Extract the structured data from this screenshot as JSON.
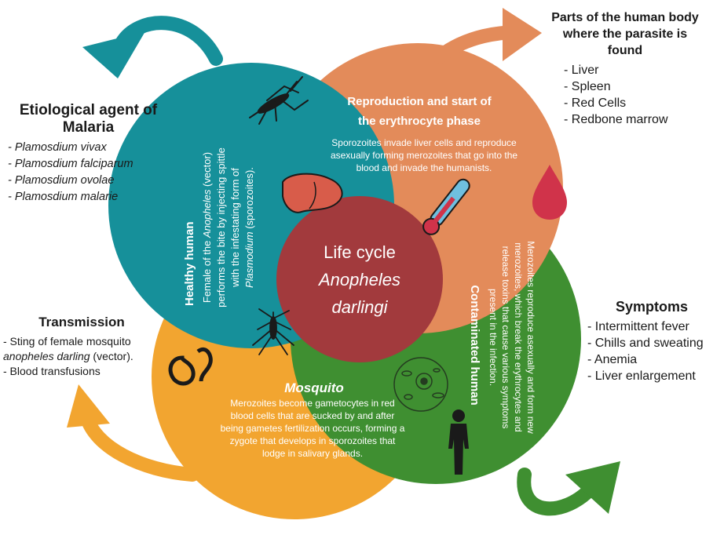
{
  "center": {
    "line1": "Life cycle",
    "line2": "Anopheles",
    "line3": "darlingi"
  },
  "healthy": {
    "title": "Healthy human",
    "line1_pre": "Female of the ",
    "line1_em": "Anopheles",
    "line1_post": " (vector)",
    "line2": "performs the bite by injecting spittle",
    "line3": "with the infestating form of",
    "line4_em": "Plasmodium",
    "line4_post": " (sporozoites)."
  },
  "reproduction": {
    "title_line1": "Reproduction and start of",
    "title_line2": "the erythrocyte phase",
    "body_line1": "Sporozoites invade liver cells and reproduce",
    "body_line2": "asexually forming merozoites that go into the",
    "body_line3": "blood and invade the humanists."
  },
  "contaminated": {
    "title": "Contaminated human",
    "body_line1": "Merozoites reproduce asexually and form new",
    "body_line2": "merozoites, which break the erythrocytes and",
    "body_line3": "release toxins that cause various symptoms",
    "body_line4": "present in the infection."
  },
  "mosquito": {
    "title": "Mosquito",
    "body_line1": "Merozoites become gametocytes in red",
    "body_line2": "blood cells that are sucked by and after",
    "body_line3": "being gametes fertilization occurs, forming a",
    "body_line4": "zygote that develops in sporozoites that",
    "body_line5": "lodge in salivary glands."
  },
  "etiological": {
    "title_line1": "Etiological agent of",
    "title_line2": "Malaria",
    "items": [
      "- Plamosdium vivax",
      "- Plamosdium falciparum",
      "- Plamosdium ovolae",
      "- Plamosdium malarie"
    ]
  },
  "parts": {
    "title_line1": "Parts of the human body",
    "title_line2": "where the parasite is",
    "title_line3": "found",
    "items": [
      "- Liver",
      "- Spleen",
      "- Red Cells",
      "- Redbone marrow"
    ]
  },
  "symptoms": {
    "title": "Symptoms",
    "items": [
      "- Intermittent fever",
      "- Chills and sweating",
      "- Anemia",
      "- Liver enlargement"
    ]
  },
  "transmission": {
    "title": "Transmission",
    "item1": "- Sting of female mosquito",
    "item1b": "anopheles darling",
    "item1c": " (vector).",
    "item2": "- Blood transfusions"
  },
  "colors": {
    "teal": "#16909A",
    "salmon": "#E38B5A",
    "green": "#3F8F31",
    "yellow": "#F2A530",
    "center": "#A23A3D",
    "blood": "#D0334A"
  }
}
